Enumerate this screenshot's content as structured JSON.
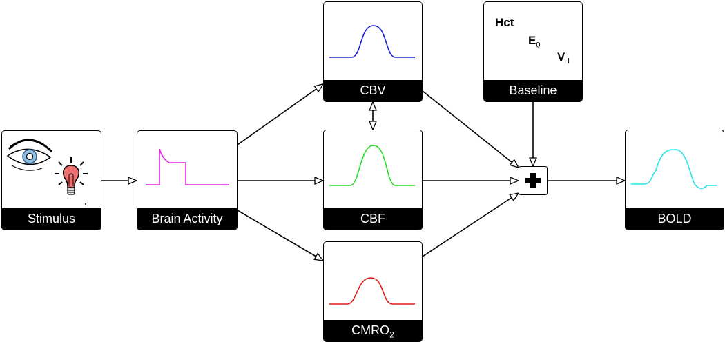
{
  "nodes": {
    "stimulus": {
      "label": "Stimulus"
    },
    "brain_activity": {
      "label": "Brain Activity"
    },
    "cbv": {
      "label": "CBV",
      "color": "#1a1adb"
    },
    "cbf": {
      "label": "CBF",
      "color": "#22e022"
    },
    "cmro2": {
      "label_main": "CMRO",
      "label_sub": "2",
      "color": "#e01a1a"
    },
    "baseline": {
      "label": "Baseline"
    },
    "bold": {
      "label": "BOLD",
      "color": "#22e5e5"
    }
  },
  "baseline_params": {
    "hct": "Hct",
    "e0_main": "E",
    "e0_sub": "0",
    "vi_main": "V",
    "vi_sub": "i"
  },
  "brain_activity_color": "#e020e0",
  "combine_symbol": "plus"
}
